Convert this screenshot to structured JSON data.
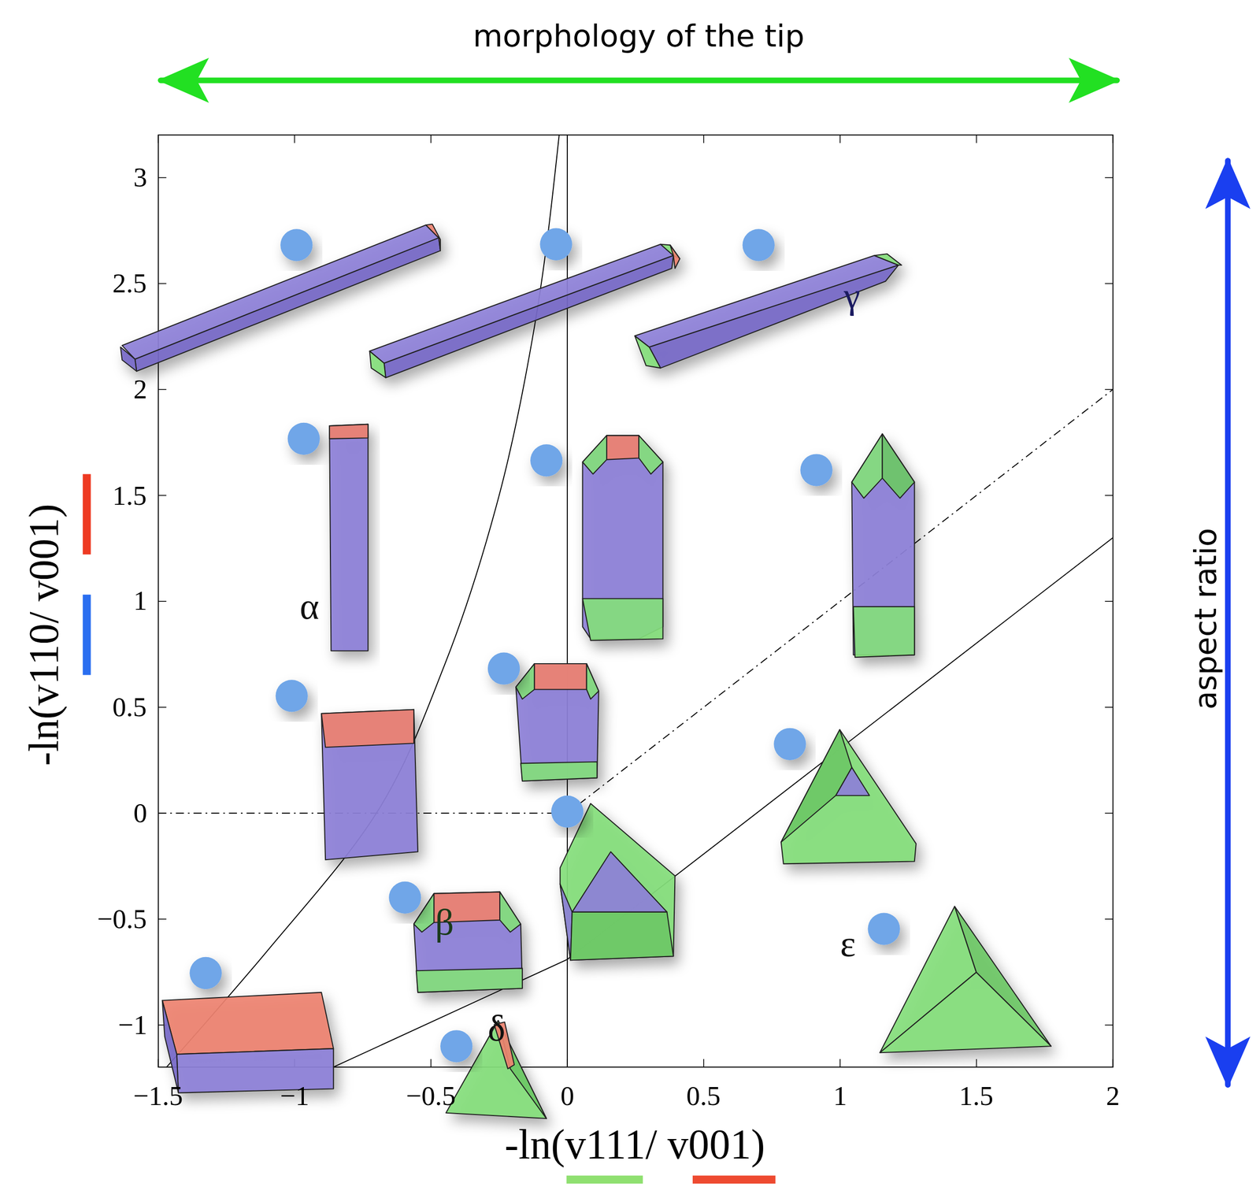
{
  "diagram": {
    "labels": [
      "morphology of the tip",
      "aspect ratio",
      "3",
      "2.5",
      "2",
      "1.5",
      "1",
      "0.5",
      "0",
      "−0.5",
      "−1",
      "−1.5",
      "−1",
      "−0.5",
      "0",
      "0.5",
      "1",
      "1.5",
      "2",
      "-ln(v110/ v001)",
      "-ln(v111/ v001)",
      "α",
      "β",
      "γ",
      "δ",
      "ε"
    ]
  }
}
